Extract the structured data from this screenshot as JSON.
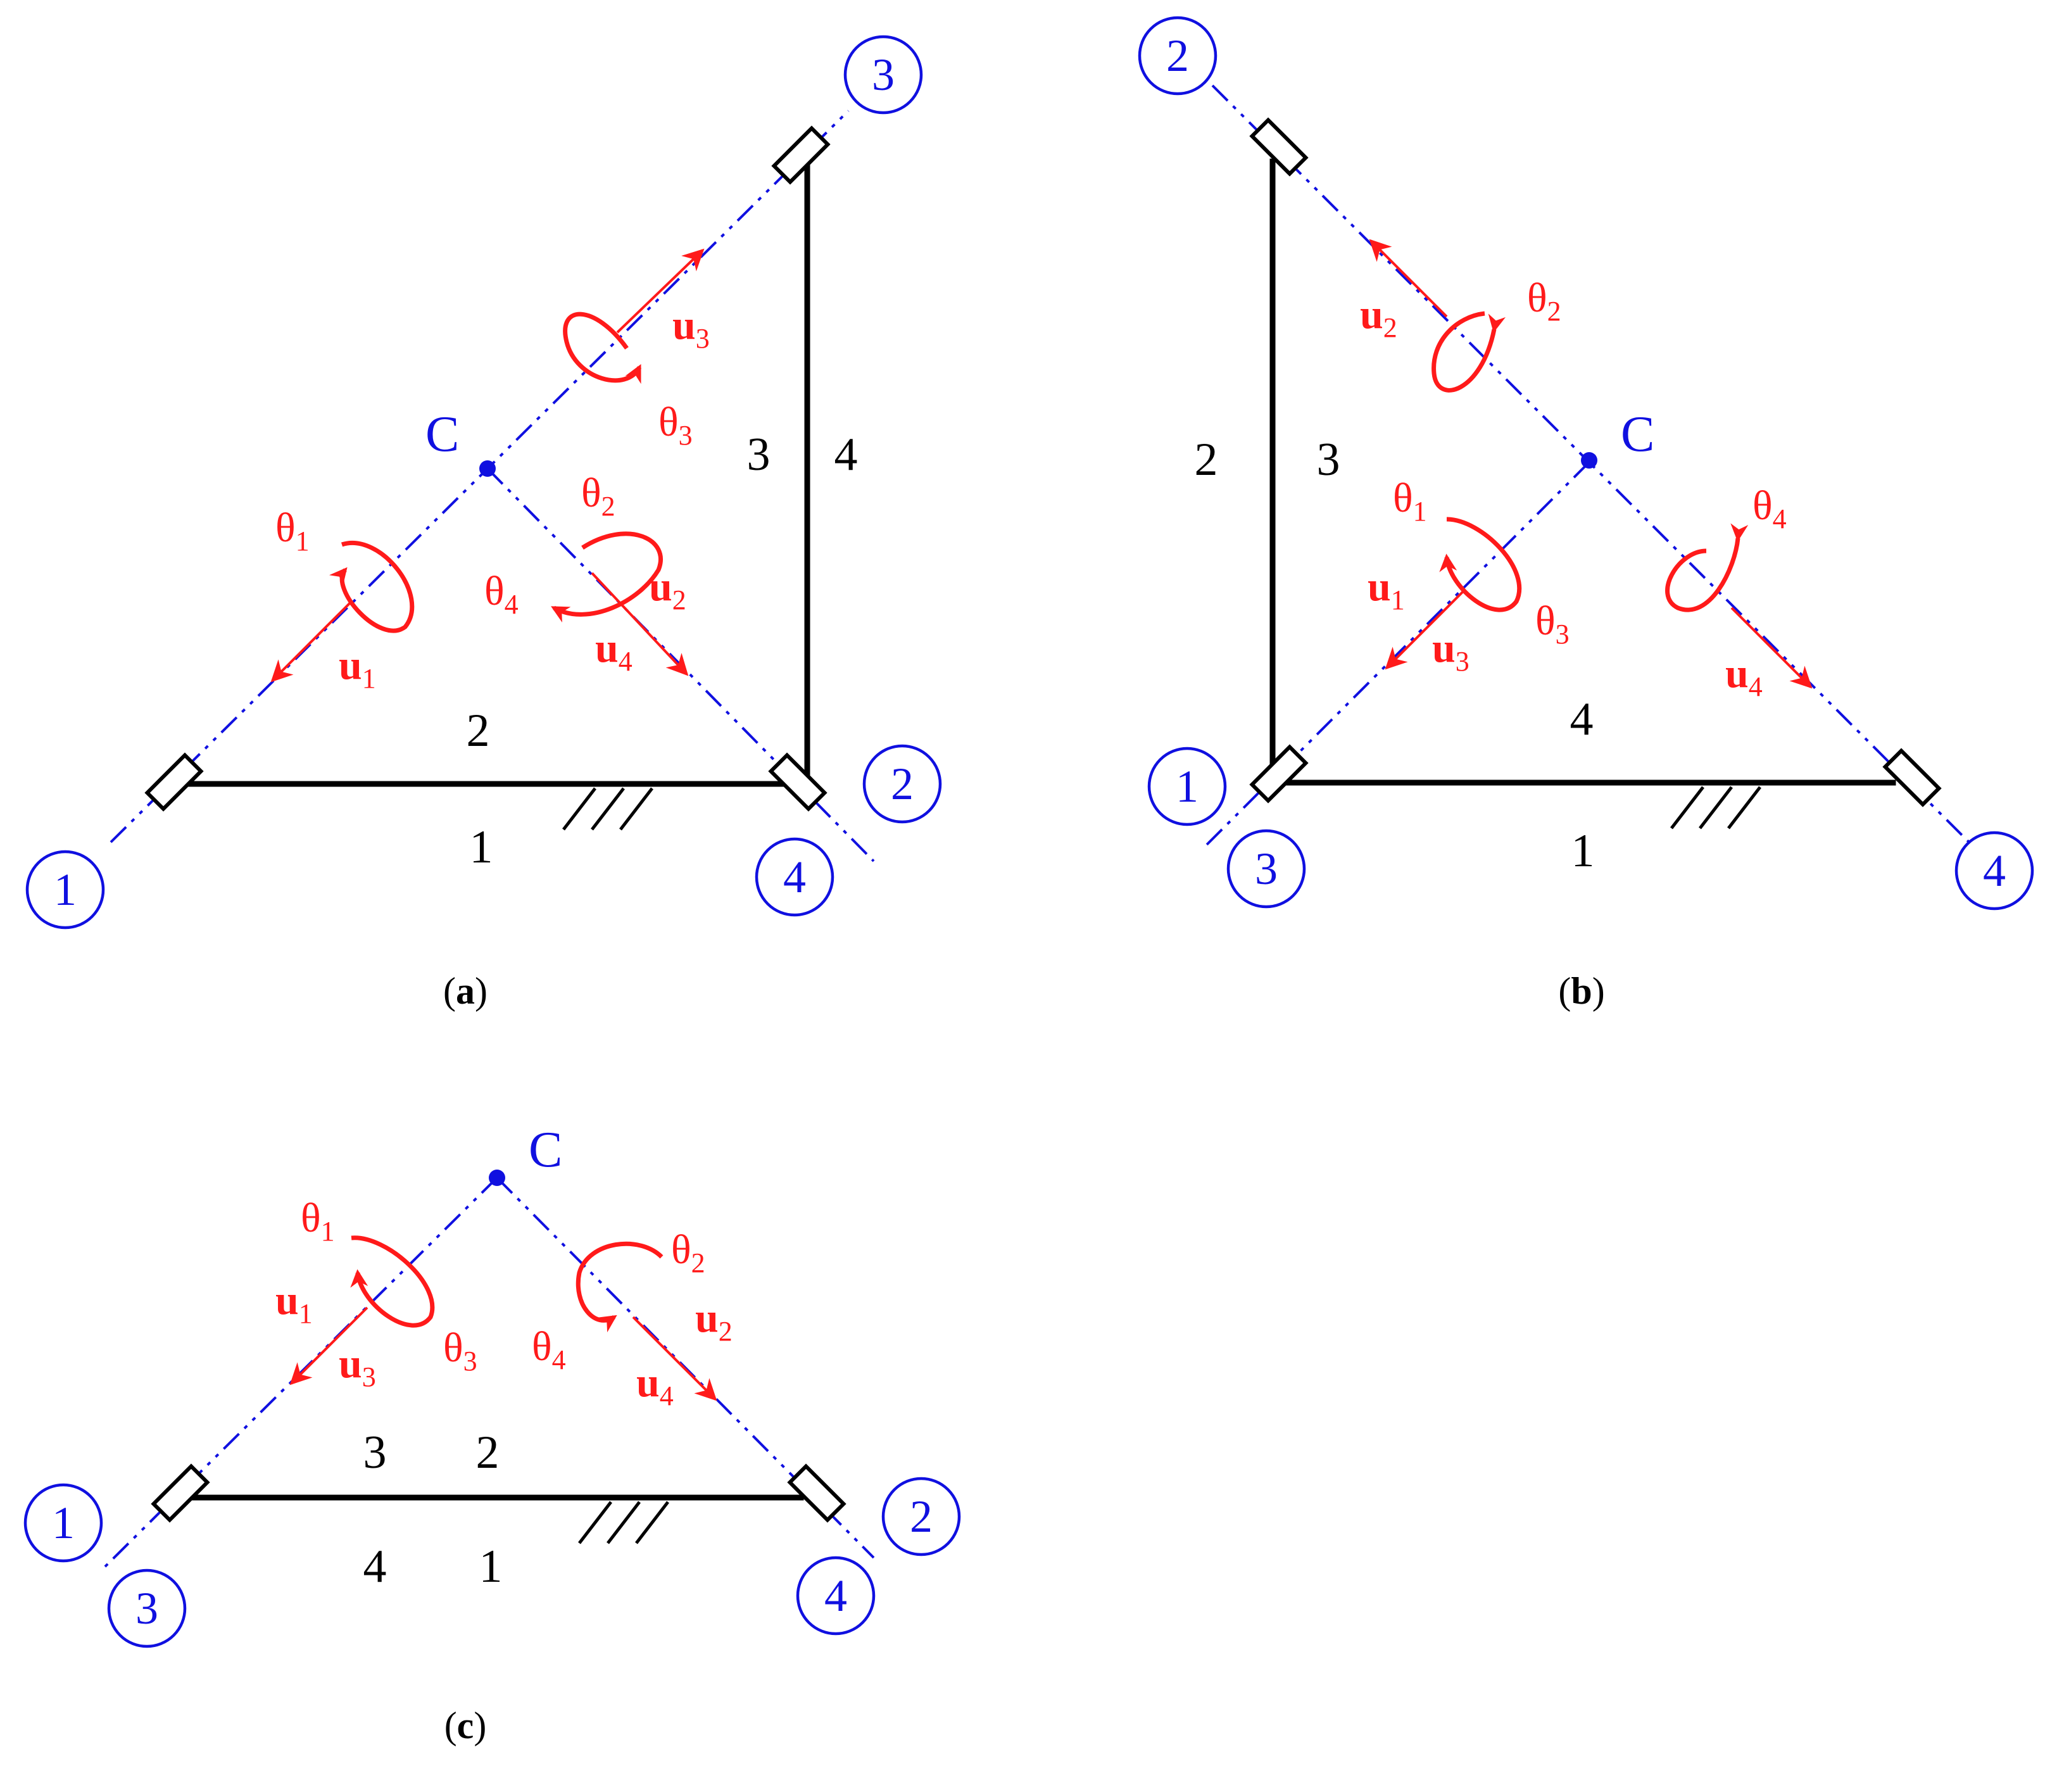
{
  "panels": [
    {
      "id": "a",
      "caption_letter": "a",
      "centre_label": "C",
      "node_labels": [
        "1",
        "2",
        "3",
        "4"
      ],
      "member_labels": [
        "1",
        "2",
        "3",
        "4"
      ],
      "dof_labels": {
        "u1": "u",
        "u1_sub": "1",
        "u2": "u",
        "u2_sub": "2",
        "u3": "u",
        "u3_sub": "3",
        "u4": "u",
        "u4_sub": "4",
        "t1": "θ",
        "t1_sub": "1",
        "t2": "θ",
        "t2_sub": "2",
        "t3": "θ",
        "t3_sub": "3",
        "t4": "θ",
        "t4_sub": "4"
      }
    },
    {
      "id": "b",
      "caption_letter": "b",
      "centre_label": "C",
      "node_labels": [
        "1",
        "2",
        "3",
        "4"
      ],
      "member_labels": [
        "1",
        "2",
        "3",
        "4"
      ],
      "dof_labels": {
        "u1": "u",
        "u1_sub": "1",
        "u2": "u",
        "u2_sub": "2",
        "u3": "u",
        "u3_sub": "3",
        "u4": "u",
        "u4_sub": "4",
        "t1": "θ",
        "t1_sub": "1",
        "t2": "θ",
        "t2_sub": "2",
        "t3": "θ",
        "t3_sub": "3",
        "t4": "θ",
        "t4_sub": "4"
      }
    },
    {
      "id": "c",
      "caption_letter": "c",
      "centre_label": "C",
      "node_labels": [
        "1",
        "2",
        "3",
        "4"
      ],
      "member_labels": [
        "1",
        "2",
        "3",
        "4"
      ],
      "dof_labels": {
        "u1": "u",
        "u1_sub": "1",
        "u2": "u",
        "u2_sub": "2",
        "u3": "u",
        "u3_sub": "3",
        "u4": "u",
        "u4_sub": "4",
        "t1": "θ",
        "t1_sub": "1",
        "t2": "θ",
        "t2_sub": "2",
        "t3": "θ",
        "t3_sub": "3",
        "t4": "θ",
        "t4_sub": "4"
      }
    }
  ],
  "colors": {
    "structure": "#000000",
    "axis": "#1010e0",
    "dof": "#ff1a1a"
  }
}
